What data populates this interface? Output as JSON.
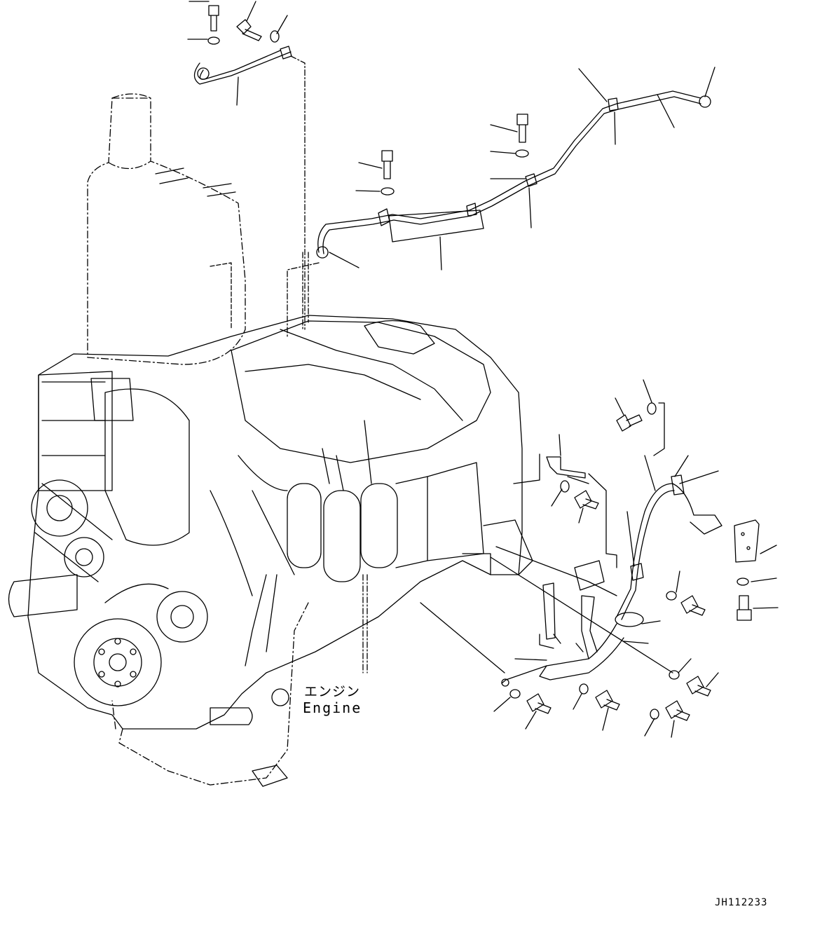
{
  "labels": {
    "engine_jp": "エンジン",
    "engine_en": "Engine",
    "drawing_code": "JH112233"
  },
  "colors": {
    "line": "#000000",
    "background": "#ffffff"
  }
}
